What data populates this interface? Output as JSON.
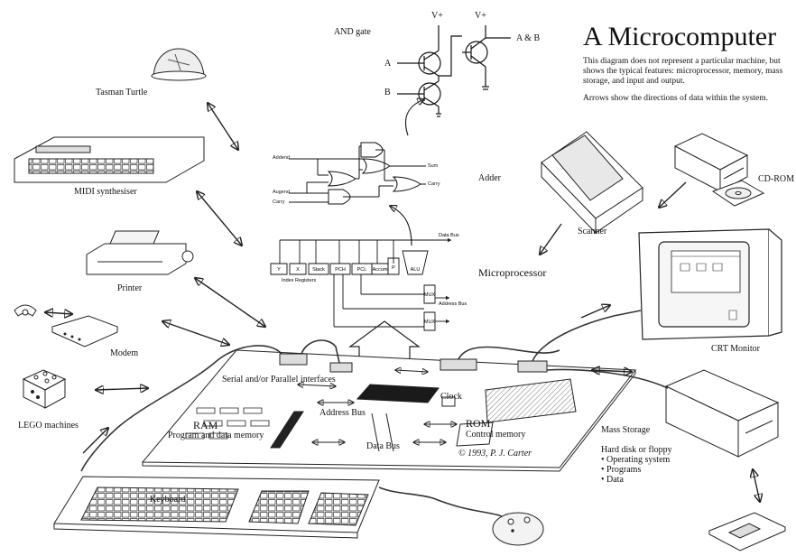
{
  "title": "A Microcomputer",
  "description": "This diagram does not represent a particular machine, but shows the typical features: microprocessor, memory, mass storage, and input and output.",
  "arrows_note": "Arrows show the directions of data within the system.",
  "gate": {
    "title": "AND gate",
    "vplus_1": "V+",
    "vplus_2": "V+",
    "input_a": "A",
    "input_b": "B",
    "output": "A & B"
  },
  "adder": {
    "title": "Adder",
    "addend": "Addend",
    "augend": "Augend",
    "carry_in": "Carry",
    "sum": "Sum",
    "carry_out": "Carry"
  },
  "cpu": {
    "title": "Microprocessor",
    "data_bus": "Data Bus",
    "address_bus": "Address Bus",
    "index_registers": "Index Registers",
    "alu": "ALU",
    "mux": "MUX",
    "registers": [
      "Y",
      "X",
      "Stack",
      "PCH",
      "PCL",
      "Accum",
      "P"
    ]
  },
  "peripherals": {
    "turtle": "Tasman Turtle",
    "midi": "MIDI synthesiser",
    "printer": "Printer",
    "modem": "Modem",
    "lego": "LEGO machines",
    "keyboard": "Keyboard",
    "scanner": "Scanner",
    "cdrom": "CD-ROM",
    "monitor": "CRT Monitor"
  },
  "board": {
    "interfaces": "Serial and/or Parallel interfaces",
    "ram": "RAM",
    "ram_sub": "Program and data memory",
    "address_bus": "Address Bus",
    "data_bus": "Data Bus",
    "clock": "Clock",
    "rom": "ROM",
    "rom_sub": "Control memory",
    "signature": "© 1993, P. J. Carter"
  },
  "storage": {
    "title": "Mass Storage",
    "subtitle": "Hard disk or floppy",
    "items": [
      "Operating system",
      "Programs",
      "Data"
    ]
  }
}
